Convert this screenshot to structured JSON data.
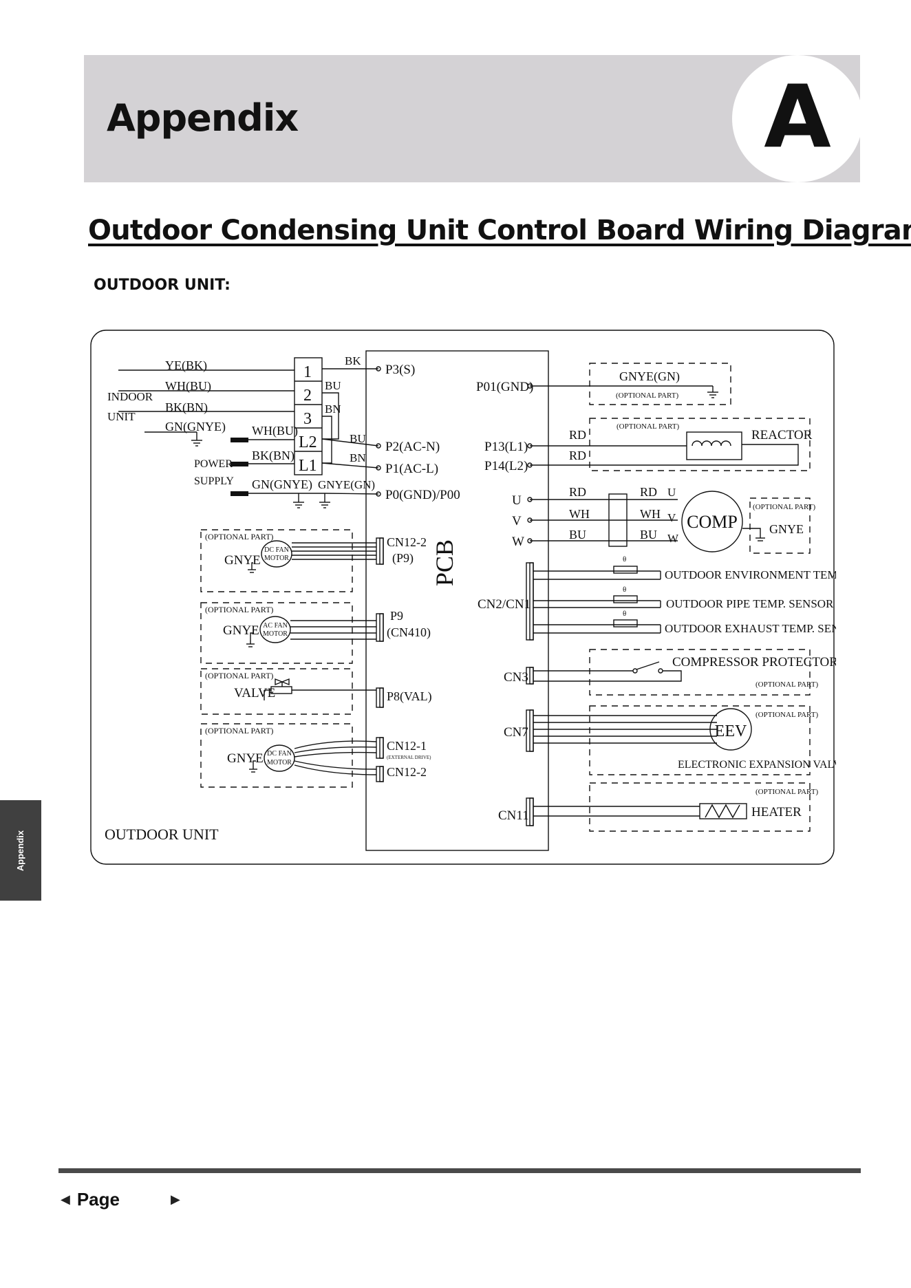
{
  "header": {
    "title": "Appendix",
    "badge_letter": "A"
  },
  "heading": "Outdoor Condensing Unit Control Board Wiring Diagrams",
  "subheading": "OUTDOOR UNIT:",
  "diagram": {
    "indoor_unit_label": [
      "INDOOR",
      "UNIT"
    ],
    "power_supply_label": [
      "POWER",
      "SUPPLY"
    ],
    "indoor_wires": [
      "YE(BK)",
      "WH(BU)",
      "BK(BN)",
      "GN(GNYE)"
    ],
    "power_wires": [
      "WH(BU)",
      "BK(BN)",
      "GN(GNYE)"
    ],
    "terminals": [
      "1",
      "2",
      "3",
      "L2",
      "L1"
    ],
    "jumper_labels": [
      "BK",
      "BU",
      "BN",
      "BU",
      "BN",
      "GNYE(GN)"
    ],
    "pcb_label": "PCB",
    "pcb_left_ports": [
      "P3(S)",
      "P2(AC-N)",
      "P1(AC-L)",
      "P0(GND)/P00",
      "CN12-2",
      "(P9)",
      "P9",
      "(CN410)",
      "P8(VAL)",
      "CN12-1",
      "(EXTERNAL DRIVE)",
      "CN12-2"
    ],
    "pcb_right_ports": [
      "P01(GND)",
      "P13(L1)",
      "P14(L2)",
      "U",
      "V",
      "W",
      "CN2/CN1",
      "CN3",
      "CN7",
      "CN11"
    ],
    "optional_part": "(OPTIONAL PART)",
    "gnye": "GNYE",
    "gnye_gn": "GNYE(GN)",
    "dc_fan_motor": [
      "DC FAN",
      "MOTOR"
    ],
    "ac_fan_motor": [
      "AC FAN",
      "MOTOR"
    ],
    "valve": "VALVE",
    "reactor": "REACTOR",
    "wire_rd": "RD",
    "comp": "COMP",
    "comp_wires_left": [
      "RD",
      "WH",
      "BU"
    ],
    "comp_wires_right": [
      "RD",
      "WH",
      "BU"
    ],
    "comp_phases": [
      "U",
      "V",
      "W"
    ],
    "sensors": [
      "OUTDOOR ENVIRONMENT TEMP. SENSOR",
      "OUTDOOR PIPE TEMP. SENSOR",
      "OUTDOOR EXHAUST TEMP. SENSOR"
    ],
    "theta": "θ",
    "compressor_protector": "COMPRESSOR PROTECTOR",
    "eev": "EEV",
    "eev_label": "ELECTRONIC EXPANSION VALVE",
    "heater": "HEATER",
    "footer_label": "OUTDOOR UNIT"
  },
  "side_tab": "Appendix",
  "footer": {
    "page_label": "Page",
    "page_number": ""
  }
}
